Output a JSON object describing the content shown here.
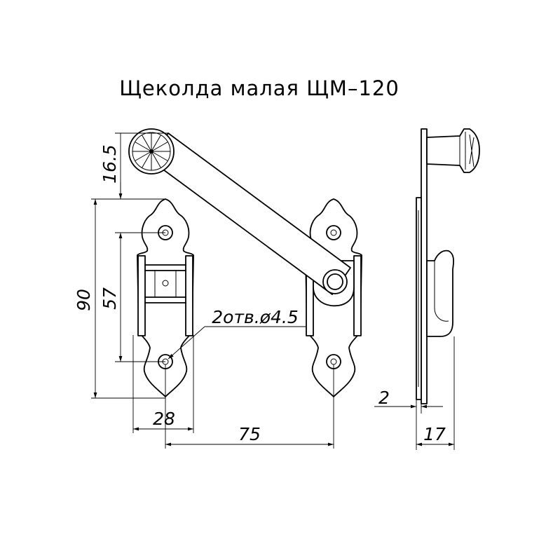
{
  "title": "Щеколда малая ЩМ–120",
  "dimensions": {
    "d_16_5": "16.5",
    "d_90": "90",
    "d_57": "57",
    "d_28": "28",
    "d_75": "75",
    "d_2": "2",
    "d_17": "17",
    "holes_note": "2отв.ø4.5"
  }
}
